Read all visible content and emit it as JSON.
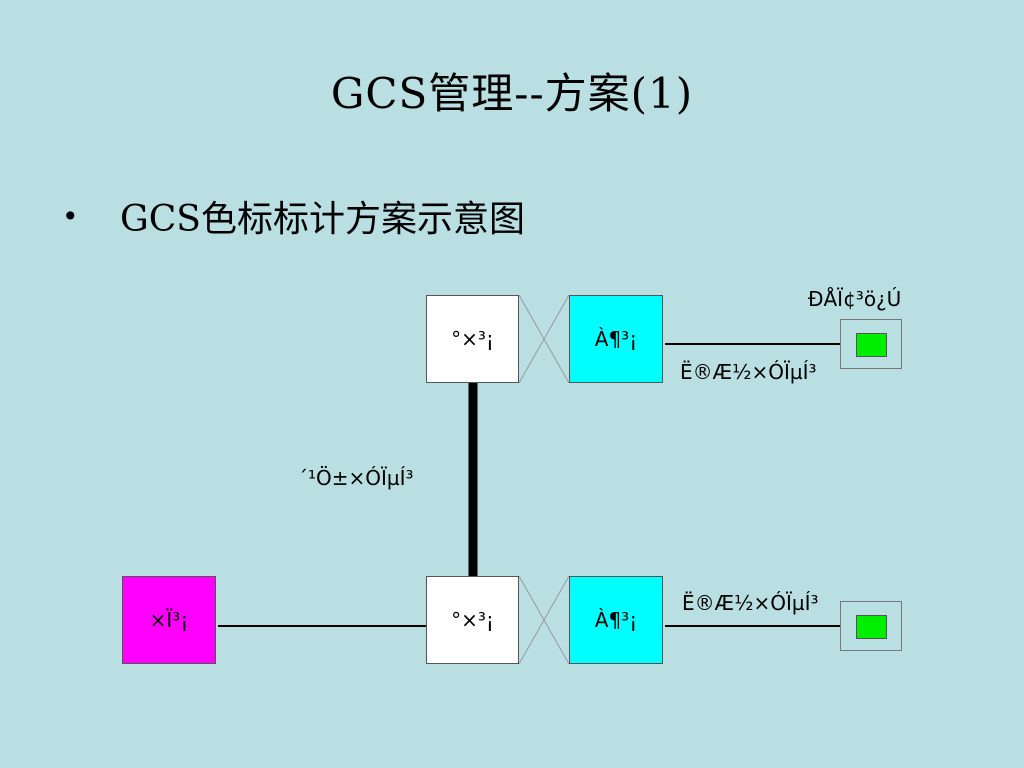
{
  "title": "GCS管理--方案(1)",
  "bullet": {
    "text": "GCS色标标计方案示意图"
  },
  "diagram": {
    "top_white_box": "°×³¡",
    "top_cyan_box": "À¶³¡",
    "bottom_white_box": "°×³¡",
    "bottom_cyan_box": "À¶³¡",
    "magenta_box": "×Ï³¡",
    "label_top_right": "ÐÅÏ¢³ö¿Ú",
    "label_top_line": "Ë®Æ½×ÓÏµÍ³",
    "label_vertical": "´¹Ö±×ÓÏµÍ³",
    "label_bottom_line": "Ë®Æ½×ÓÏµÍ³"
  },
  "colors": {
    "background": "#b9dfe3",
    "cyan": "#00ffff",
    "magenta": "#ff00ff",
    "green": "#00ee00"
  }
}
